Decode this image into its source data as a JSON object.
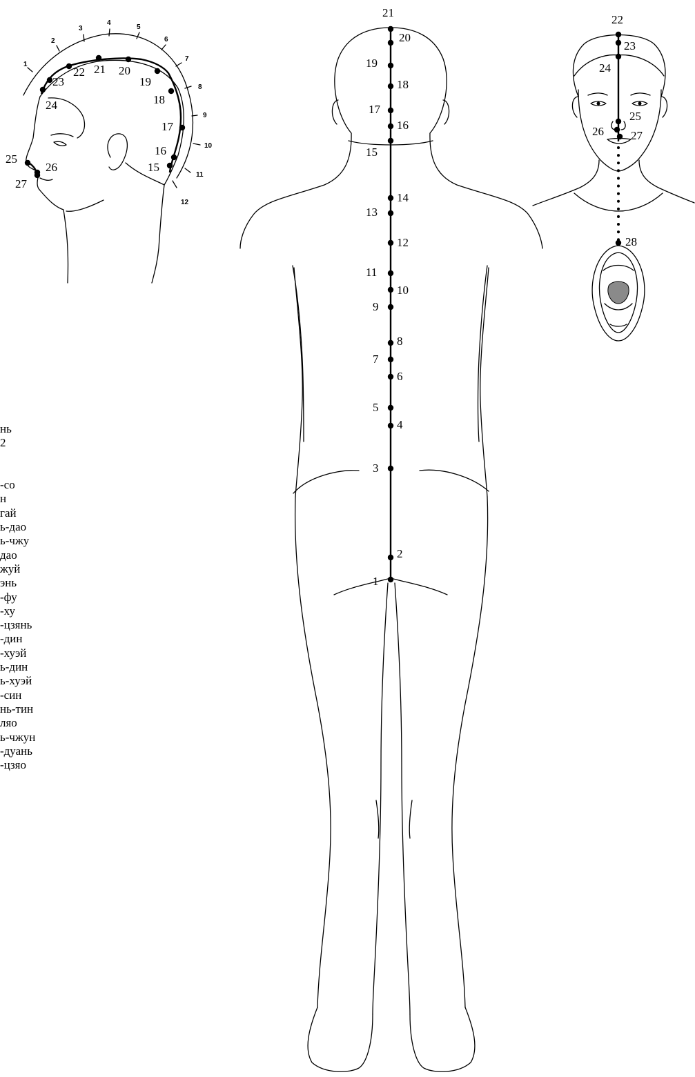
{
  "body_back": {
    "points": [
      "1",
      "2",
      "3",
      "4",
      "5",
      "6",
      "7",
      "8",
      "9",
      "10",
      "11",
      "12",
      "13",
      "14",
      "15",
      "16",
      "17",
      "18",
      "19",
      "20",
      "21"
    ]
  },
  "head_side": {
    "scale_numbers": [
      "1",
      "2",
      "3",
      "4",
      "5",
      "6",
      "7",
      "8",
      "9",
      "10",
      "11",
      "12"
    ],
    "points": [
      "15",
      "16",
      "17",
      "18",
      "19",
      "20",
      "21",
      "22",
      "23",
      "24",
      "25",
      "26",
      "27"
    ]
  },
  "face_front": {
    "points": [
      "22",
      "23",
      "24",
      "25",
      "26",
      "27",
      "28"
    ]
  },
  "names_list": {
    "items": [
      "нь",
      "2",
      "",
      "",
      "-со",
      "н",
      "гай",
      "ь-дао",
      "ь-чжу",
      "дао",
      "жуй",
      "энь",
      "-фу",
      "-ху",
      "-цзянь",
      "-дин",
      "-хуэй",
      "ь-дин",
      "ь-хуэй",
      "-син",
      "нь-тин",
      "ляо",
      "ь-чжун",
      "-дуань",
      "-цзяо"
    ]
  }
}
